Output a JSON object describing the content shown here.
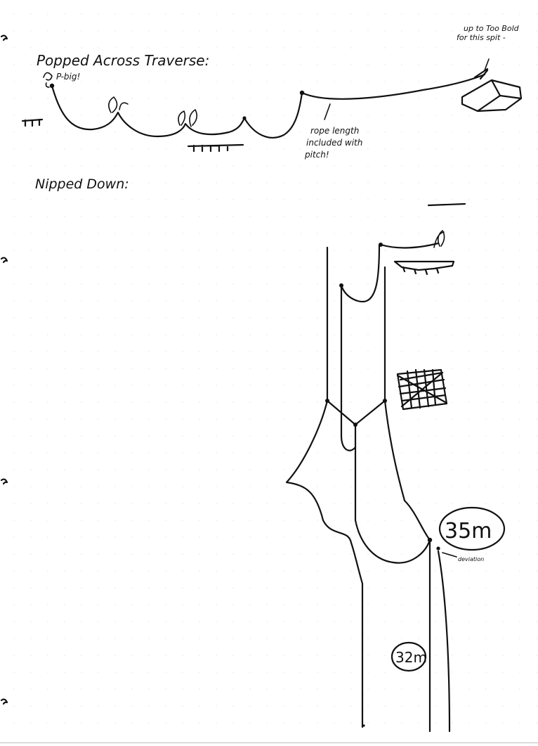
{
  "sections": {
    "traverse_heading": "Popped Across Traverse:",
    "descent_heading": "Nipped Down:"
  },
  "notes": {
    "p_big": "P-big!",
    "up_to_line1": "up to Too Bold",
    "up_to_line2": "for this spit -",
    "rope_line1": "rope length",
    "rope_line2": "included with",
    "rope_line3": "pitch!",
    "scribble_small": "deviation"
  },
  "pitches": {
    "upper": "35m",
    "lower": "32m"
  },
  "colors": {
    "ink": "#111111",
    "grid": "#e6e6e6",
    "paper": "#ffffff"
  }
}
